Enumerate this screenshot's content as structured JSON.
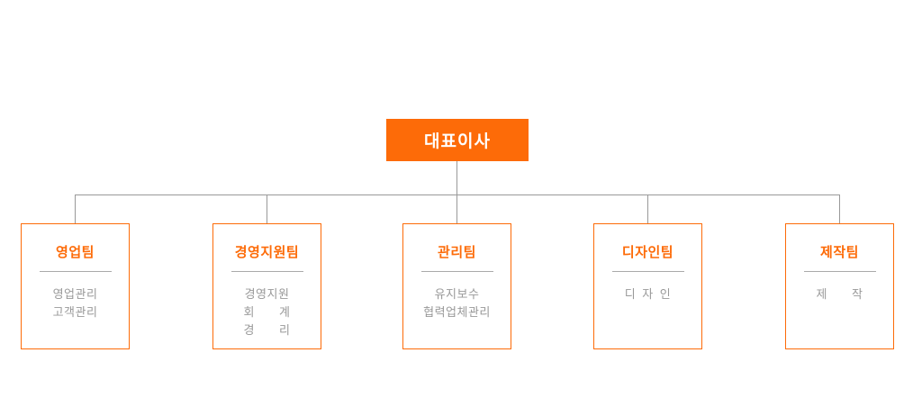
{
  "colors": {
    "accent_orange": "#fd6b08",
    "connector_gray": "#999999",
    "divider_gray": "#aaaaaa",
    "item_text_gray": "#999999",
    "root_text": "#ffffff",
    "background": "#ffffff"
  },
  "org_chart": {
    "type": "organization-chart",
    "root": {
      "label": "대표이사"
    },
    "departments": [
      {
        "label": "영업팀",
        "items": [
          "영업관리",
          "고객관리"
        ]
      },
      {
        "label": "경영지원팀",
        "items": [
          "경영지원",
          "회　　계",
          "경　　리"
        ]
      },
      {
        "label": "관리팀",
        "items": [
          "유지보수",
          "협력업체관리"
        ]
      },
      {
        "label": "디자인팀",
        "items": [
          "디 자 인"
        ]
      },
      {
        "label": "제작팀",
        "items": [
          "제　　작"
        ]
      }
    ]
  }
}
